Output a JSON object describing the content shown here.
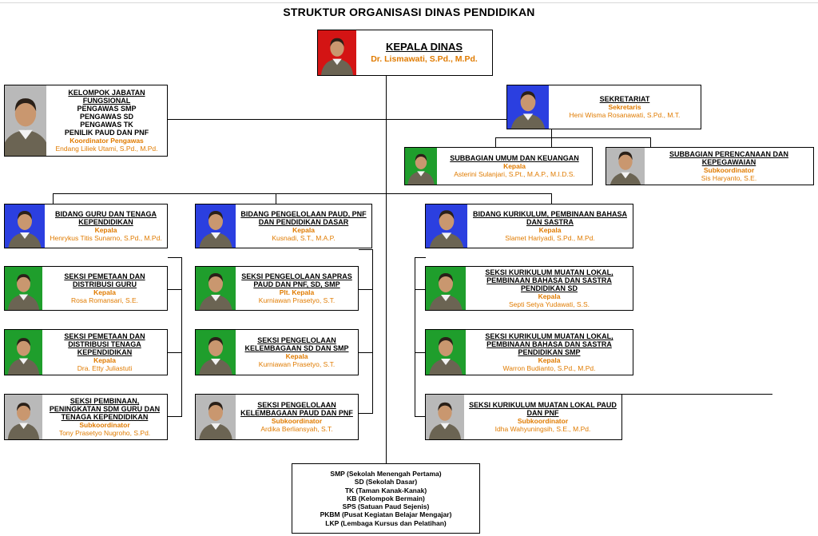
{
  "title": "STRUKTUR ORGANISASI DINAS PENDIDIKAN",
  "colors": {
    "blue": "#2b3fe0",
    "green": "#1f9e2c",
    "gray": "#b9b9b9",
    "red": "#d41414",
    "role": "#e07b00"
  },
  "head": {
    "title": "KEPALA DINAS",
    "name": "Dr. Lismawati, S.Pd., M.Pd."
  },
  "fungsional": {
    "title": "KELOMPOK JABATAN FUNGSIONAL",
    "lines": [
      "PENGAWAS SMP",
      "PENGAWAS SD",
      "PENGAWAS TK",
      "PENILIK PAUD DAN PNF"
    ],
    "role": "Koordinator Pengawas",
    "name": "Endang Liliek Utami, S.Pd., M.Pd."
  },
  "sekretariat": {
    "title": "SEKRETARIAT",
    "role": "Sekretaris",
    "name": "Heni Wisma Rosanawati, S.Pd., M.T."
  },
  "subbag_umum": {
    "title": "SUBBAGIAN UMUM DAN KEUANGAN",
    "role": "Kepala",
    "name": "Asterini Sulanjari, S.Pt., M.A.P., M.I.D.S."
  },
  "subbag_perencanaan": {
    "title": "SUBBAGIAN PERENCANAAN DAN KEPEGAWAIAN",
    "role": "Subkoordinator",
    "name": "Sis Haryanto, S.E."
  },
  "bidang_guru": {
    "title": "BIDANG GURU DAN TENAGA KEPENDIDIKAN",
    "role": "Kepala",
    "name": "Henrykus Titis Sunarno, S.Pd., M.Pd."
  },
  "bidang_paud": {
    "title": "BIDANG PENGELOLAAN PAUD, PNF DAN PENDIDIKAN DASAR",
    "role": "Kepala",
    "name": "Kusnadi, S.T., M.A.P."
  },
  "bidang_kurikulum": {
    "title": "BIDANG KURIKULUM, PEMBINAAN BAHASA DAN SASTRA",
    "role": "Kepala",
    "name": "Slamet Hariyadi, S.Pd., M.Pd."
  },
  "seksi_pemetaan_guru": {
    "title": "SEKSI PEMETAAN DAN DISTRIBUSI GURU",
    "role": "Kepala",
    "name": "Rosa Romansari, S.E."
  },
  "seksi_pemetaan_tenaga": {
    "title": "SEKSI PEMETAAN DAN DISTRIBUSI TENAGA KEPENDIDIKAN",
    "role": "Kepala",
    "name": "Dra. Etty Juliastuti"
  },
  "seksi_pembinaan": {
    "title": "SEKSI PEMBINAAN, PENINGKATAN SDM GURU DAN TENAGA KEPENDIDIKAN",
    "role": "Subkoordinator",
    "name": "Tony Prasetyo Nugroho, S.Pd."
  },
  "seksi_sapras": {
    "title": "SEKSI PENGELOLAAN SAPRAS PAUD DAN PNF, SD, SMP",
    "role": "Plt. Kepala",
    "name": "Kurniawan Prasetyo, S.T."
  },
  "seksi_kelembagaan_sd": {
    "title": "SEKSI PENGELOLAAN KELEMBAGAAN SD DAN SMP",
    "role": "Kepala",
    "name": "Kurniawan Prasetyo, S.T."
  },
  "seksi_kelembagaan_paud": {
    "title": "SEKSI PENGELOLAAN KELEMBAGAAN PAUD DAN PNF",
    "role": "Subkoordinator",
    "name": "Ardika Berliansyah, S.T."
  },
  "seksi_kur_sd": {
    "title": "SEKSI KURIKULUM MUATAN LOKAL, PEMBINAAN BAHASA DAN SASTRA PENDIDIKAN SD",
    "role": "Kepala",
    "name": "Septi Setya Yudawati, S.S."
  },
  "seksi_kur_smp": {
    "title": "SEKSI KURIKULUM MUATAN LOKAL, PEMBINAAN BAHASA DAN SASTRA PENDIDIKAN SMP",
    "role": "Kepala",
    "name": "Warron Budianto, S.Pd., M.Pd."
  },
  "seksi_kur_paud": {
    "title": "SEKSI KURIKULUM MUATAN LOKAL PAUD DAN PNF",
    "role": "Subkoordinator",
    "name": "Idha Wahyuningsih, S.E., M.Pd."
  },
  "legend": [
    "SMP (Sekolah Menengah Pertama)",
    "SD (Sekolah Dasar)",
    "TK (Taman Kanak-Kanak)",
    "KB (Kelompok Bermain)",
    "SPS (Satuan Paud Sejenis)",
    "PKBM (Pusat Kegiatan Belajar Mengajar)",
    "LKP (Lembaga Kursus dan Pelatihan)"
  ]
}
